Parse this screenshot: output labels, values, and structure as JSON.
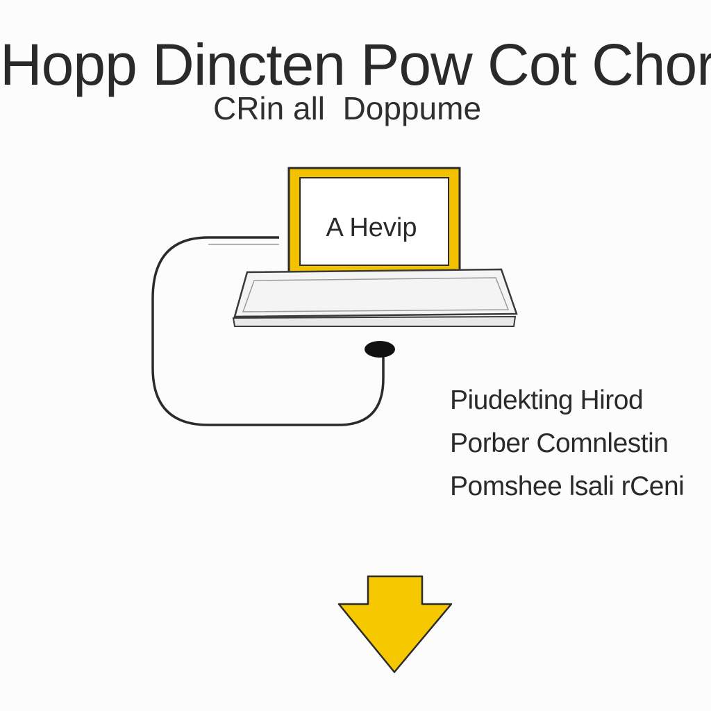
{
  "header": {
    "title": "Hopp Dincten Pow Cot Chor",
    "subtitle": "CRin all  Doppume"
  },
  "screen": {
    "label": "A Hevip"
  },
  "side_list": {
    "items": [
      "Piudekting Hirod",
      "Porber Comnlestin",
      "Pomshee lsali rCeni"
    ]
  },
  "colors": {
    "accent": "#f2c200",
    "line": "#2b2b2b",
    "background": "#fcfcfc"
  },
  "icons": {
    "arrow": "arrow-down-icon",
    "device": "laptop-icon",
    "connector": "cable-plug-icon"
  }
}
